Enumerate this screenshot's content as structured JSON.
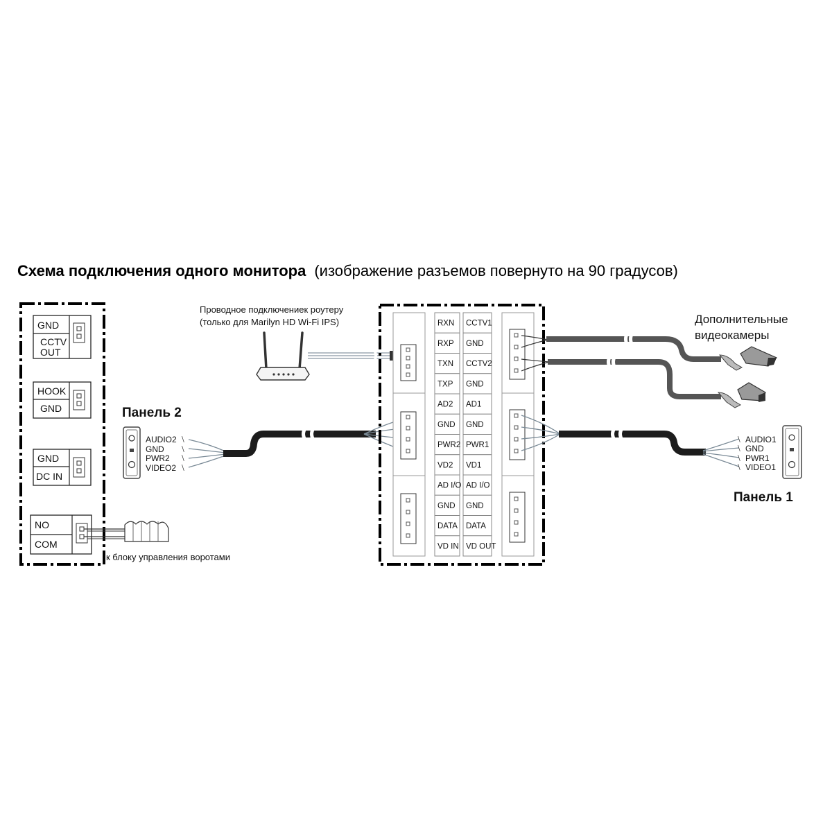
{
  "title": {
    "bold": "Схема подключения одного монитора",
    "normal": "(изображение разъемов повернуто на 90 градусов)"
  },
  "left_block": {
    "group1": {
      "top": "GND",
      "bottom_line1": "CCTV",
      "bottom_line2": "OUT"
    },
    "group2": {
      "top": "HOOK",
      "bottom": "GND"
    },
    "group3": {
      "top": "GND",
      "bottom": "DC IN"
    },
    "group4": {
      "top": "NO",
      "bottom": "COM"
    }
  },
  "gate_note": "к блоку управления воротами",
  "router_note": {
    "line1": "Проводное подключениек роутеру",
    "line2": "(только для Marilyn HD Wi-Fi IPS)"
  },
  "cameras_note": {
    "line1": "Дополнительные",
    "line2": "видеокамеры"
  },
  "panel2": {
    "title": "Панель 2",
    "pins": [
      "AUDIO2",
      "GND",
      "PWR2",
      "VIDEO2"
    ]
  },
  "panel1": {
    "title": "Панель 1",
    "pins": [
      "AUDIO1",
      "GND",
      "PWR1",
      "VIDEO1"
    ]
  },
  "monitor": {
    "left_col": [
      "RXN",
      "RXP",
      "TXN",
      "TXP",
      "AD2",
      "GND",
      "PWR2",
      "VD2",
      "AD I/O",
      "GND",
      "DATA",
      "VD IN"
    ],
    "right_col": [
      "CCTV1",
      "GND",
      "CCTV2",
      "GND",
      "AD1",
      "GND",
      "PWR1",
      "VD1",
      "AD I/O",
      "GND",
      "DATA",
      "VD OUT"
    ]
  },
  "colors": {
    "cable": "#1c1c1c",
    "camera_cable": "#555555",
    "wire": "#7a8a96"
  }
}
